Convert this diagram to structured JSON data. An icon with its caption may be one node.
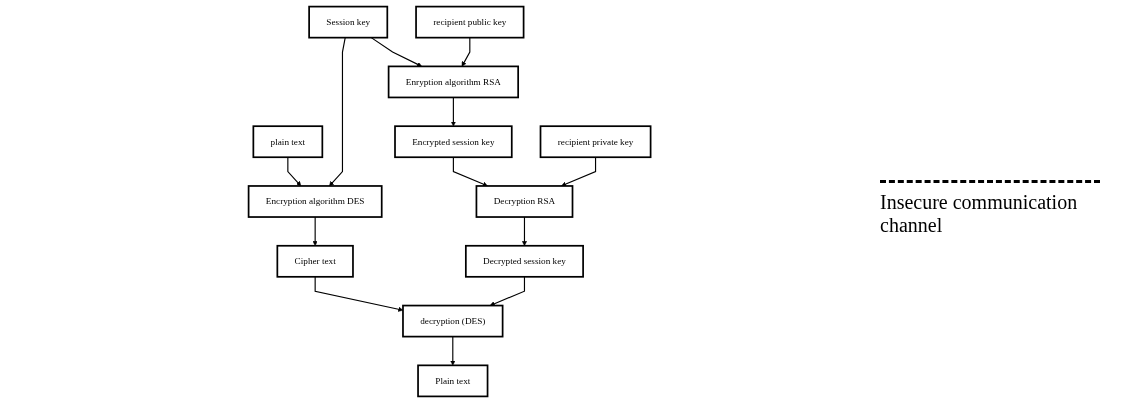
{
  "diagram": {
    "nodes": [
      {
        "text": [
          "plain text"
        ]
      },
      {
        "text": [
          "Encryption algorithm DES"
        ]
      },
      {
        "text": [
          "Session key"
        ]
      },
      {
        "text": [
          "Enryption algorithm RSA"
        ]
      },
      {
        "text": [
          "recipient public key"
        ]
      },
      {
        "text": [
          "Cipher text"
        ]
      },
      {
        "text": [
          "Encrypted session key"
        ]
      },
      {
        "text": [
          "decryption (DES)"
        ]
      },
      {
        "text": [
          "Decryption RSA"
        ]
      },
      {
        "text": [
          "recipient private key"
        ]
      },
      {
        "text": [
          "Decrypted session key"
        ]
      },
      {
        "text": [
          "Plain text"
        ]
      }
    ],
    "edges": [
      {
        "from": 0,
        "to": 1,
        "arrow": "to"
      },
      {
        "from": 2,
        "to": 1,
        "arrow": "to"
      },
      {
        "from": 2,
        "to": 3,
        "arrow": "to"
      },
      {
        "from": 4,
        "to": 3,
        "arrow": "to"
      },
      {
        "from": 1,
        "to": 5,
        "arrow": "to"
      },
      {
        "from": 3,
        "to": 6,
        "arrow": "to"
      },
      {
        "from": 5,
        "to": 7,
        "arrow": "to"
      },
      {
        "from": 6,
        "to": 8,
        "arrow": "to"
      },
      {
        "from": 9,
        "to": 8,
        "arrow": "to"
      },
      {
        "from": 8,
        "to": 10,
        "arrow": "to"
      },
      {
        "from": 10,
        "to": 7,
        "arrow": "to"
      },
      {
        "from": 7,
        "to": 11,
        "arrow": "to"
      }
    ],
    "labels": [
      "Insecure communication channel"
    ]
  }
}
